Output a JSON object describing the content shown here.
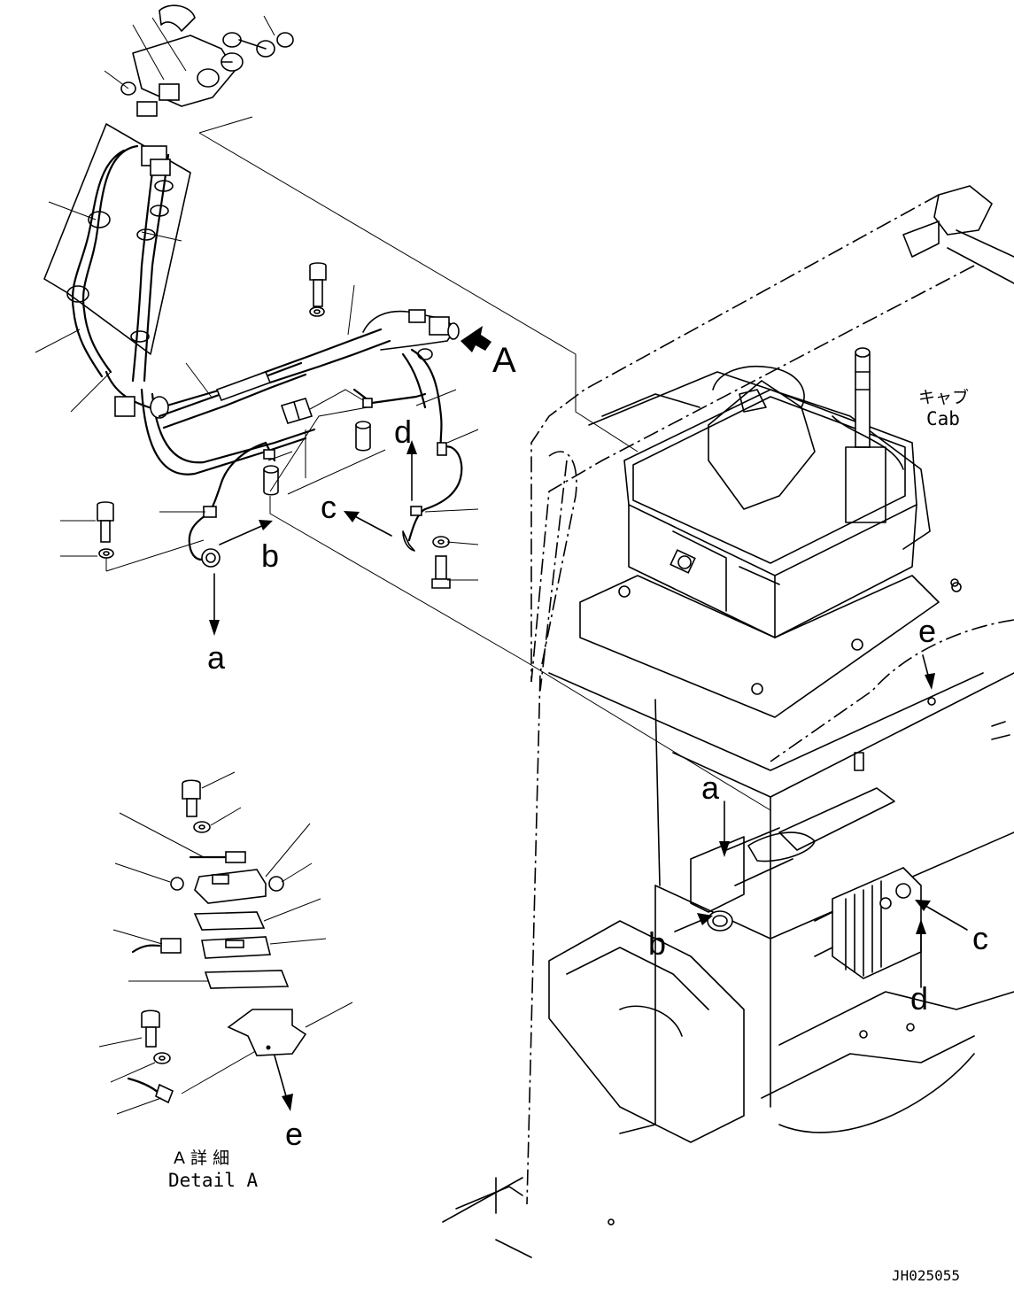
{
  "labels": {
    "view_A": "A",
    "ref_a_top": "a",
    "ref_b_top": "b",
    "ref_c_top": "c",
    "ref_d_top": "d",
    "ref_a_main": "a",
    "ref_b_main": "b",
    "ref_c_main": "c",
    "ref_d_main": "d",
    "ref_e_main": "e",
    "ref_e_detail": "e"
  },
  "cab": {
    "jp": "キャブ",
    "en": "Cab"
  },
  "detail": {
    "jp": "A 詳 細",
    "en": "Detail A"
  },
  "drawing_code": "JH025055"
}
